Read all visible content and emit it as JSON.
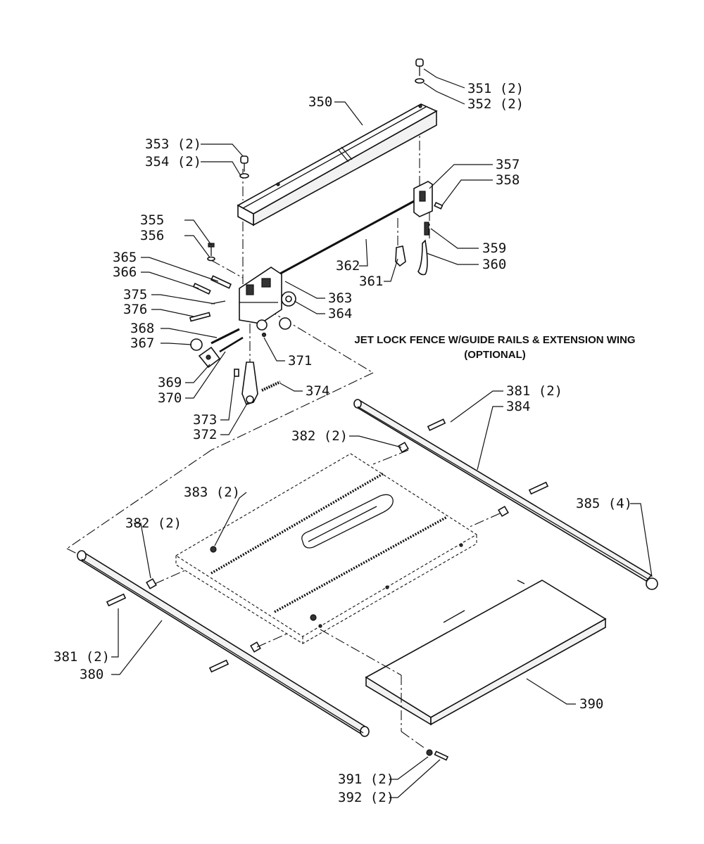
{
  "title": {
    "line1": "JET LOCK FENCE W/GUIDE RAILS & EXTENSION WING",
    "line2": "(OPTIONAL)"
  },
  "labels": {
    "p351": "351 (2)",
    "p352": "352 (2)",
    "p350": "350",
    "p353": "353 (2)",
    "p354": "354 (2)",
    "p357": "357",
    "p358": "358",
    "p355": "355",
    "p356": "356",
    "p359": "359",
    "p360": "360",
    "p365": "365",
    "p366": "366",
    "p362": "362",
    "p361": "361",
    "p363": "363",
    "p375": "375",
    "p376": "376",
    "p364": "364",
    "p368": "368",
    "p367": "367",
    "p371": "371",
    "p369": "369",
    "p370": "370",
    "p374": "374",
    "p373": "373",
    "p372": "372",
    "p381a": "381 (2)",
    "p384": "384",
    "p382a": "382 (2)",
    "p383": "383 (2)",
    "p385": "385 (4)",
    "p382b": "382 (2)",
    "p381b": "381 (2)",
    "p380": "380",
    "p390": "390",
    "p391": "391 (2)",
    "p392": "392 (2)"
  }
}
